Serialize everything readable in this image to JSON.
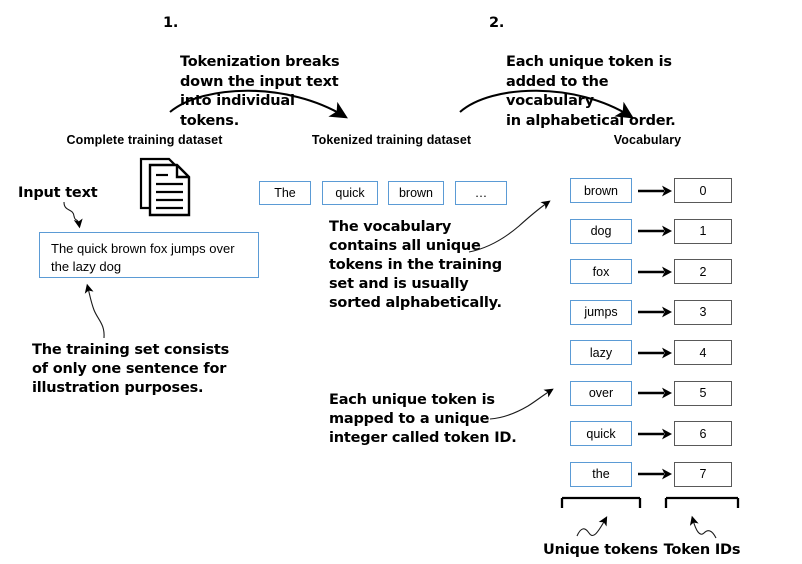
{
  "steps": [
    {
      "number": "1.",
      "text": "Tokenization breaks\ndown the input text\ninto individual tokens."
    },
    {
      "number": "2.",
      "text": "Each unique token is\nadded to the vocabulary\nin alphabetical order."
    }
  ],
  "headings": {
    "complete": "Complete training dataset",
    "tokenized": "Tokenized training dataset",
    "vocabulary": "Vocabulary"
  },
  "labels": {
    "input_text": "Input text",
    "unique_tokens": "Unique tokens",
    "token_ids": "Token IDs"
  },
  "input_sentence": "The quick brown fox jumps over the lazy dog",
  "tokens": [
    "The",
    "quick",
    "brown",
    "…"
  ],
  "annotations": {
    "training_set_note": "The training set consists\nof only one sentence for\nillustration purposes.",
    "vocabulary_note": "The vocabulary\ncontains all unique\ntokens in the training\nset and is usually\nsorted alphabetically.",
    "token_id_note": "Each unique token is\nmapped to a unique\ninteger called token ID."
  },
  "vocabulary": [
    {
      "token": "brown",
      "id": "0"
    },
    {
      "token": "dog",
      "id": "1"
    },
    {
      "token": "fox",
      "id": "2"
    },
    {
      "token": "jumps",
      "id": "3"
    },
    {
      "token": "lazy",
      "id": "4"
    },
    {
      "token": "over",
      "id": "5"
    },
    {
      "token": "quick",
      "id": "6"
    },
    {
      "token": "the",
      "id": "7"
    }
  ],
  "colors": {
    "box_blue_border": "#5b9bd5",
    "box_gray_border": "#595959",
    "text": "#000000",
    "background": "#ffffff"
  }
}
